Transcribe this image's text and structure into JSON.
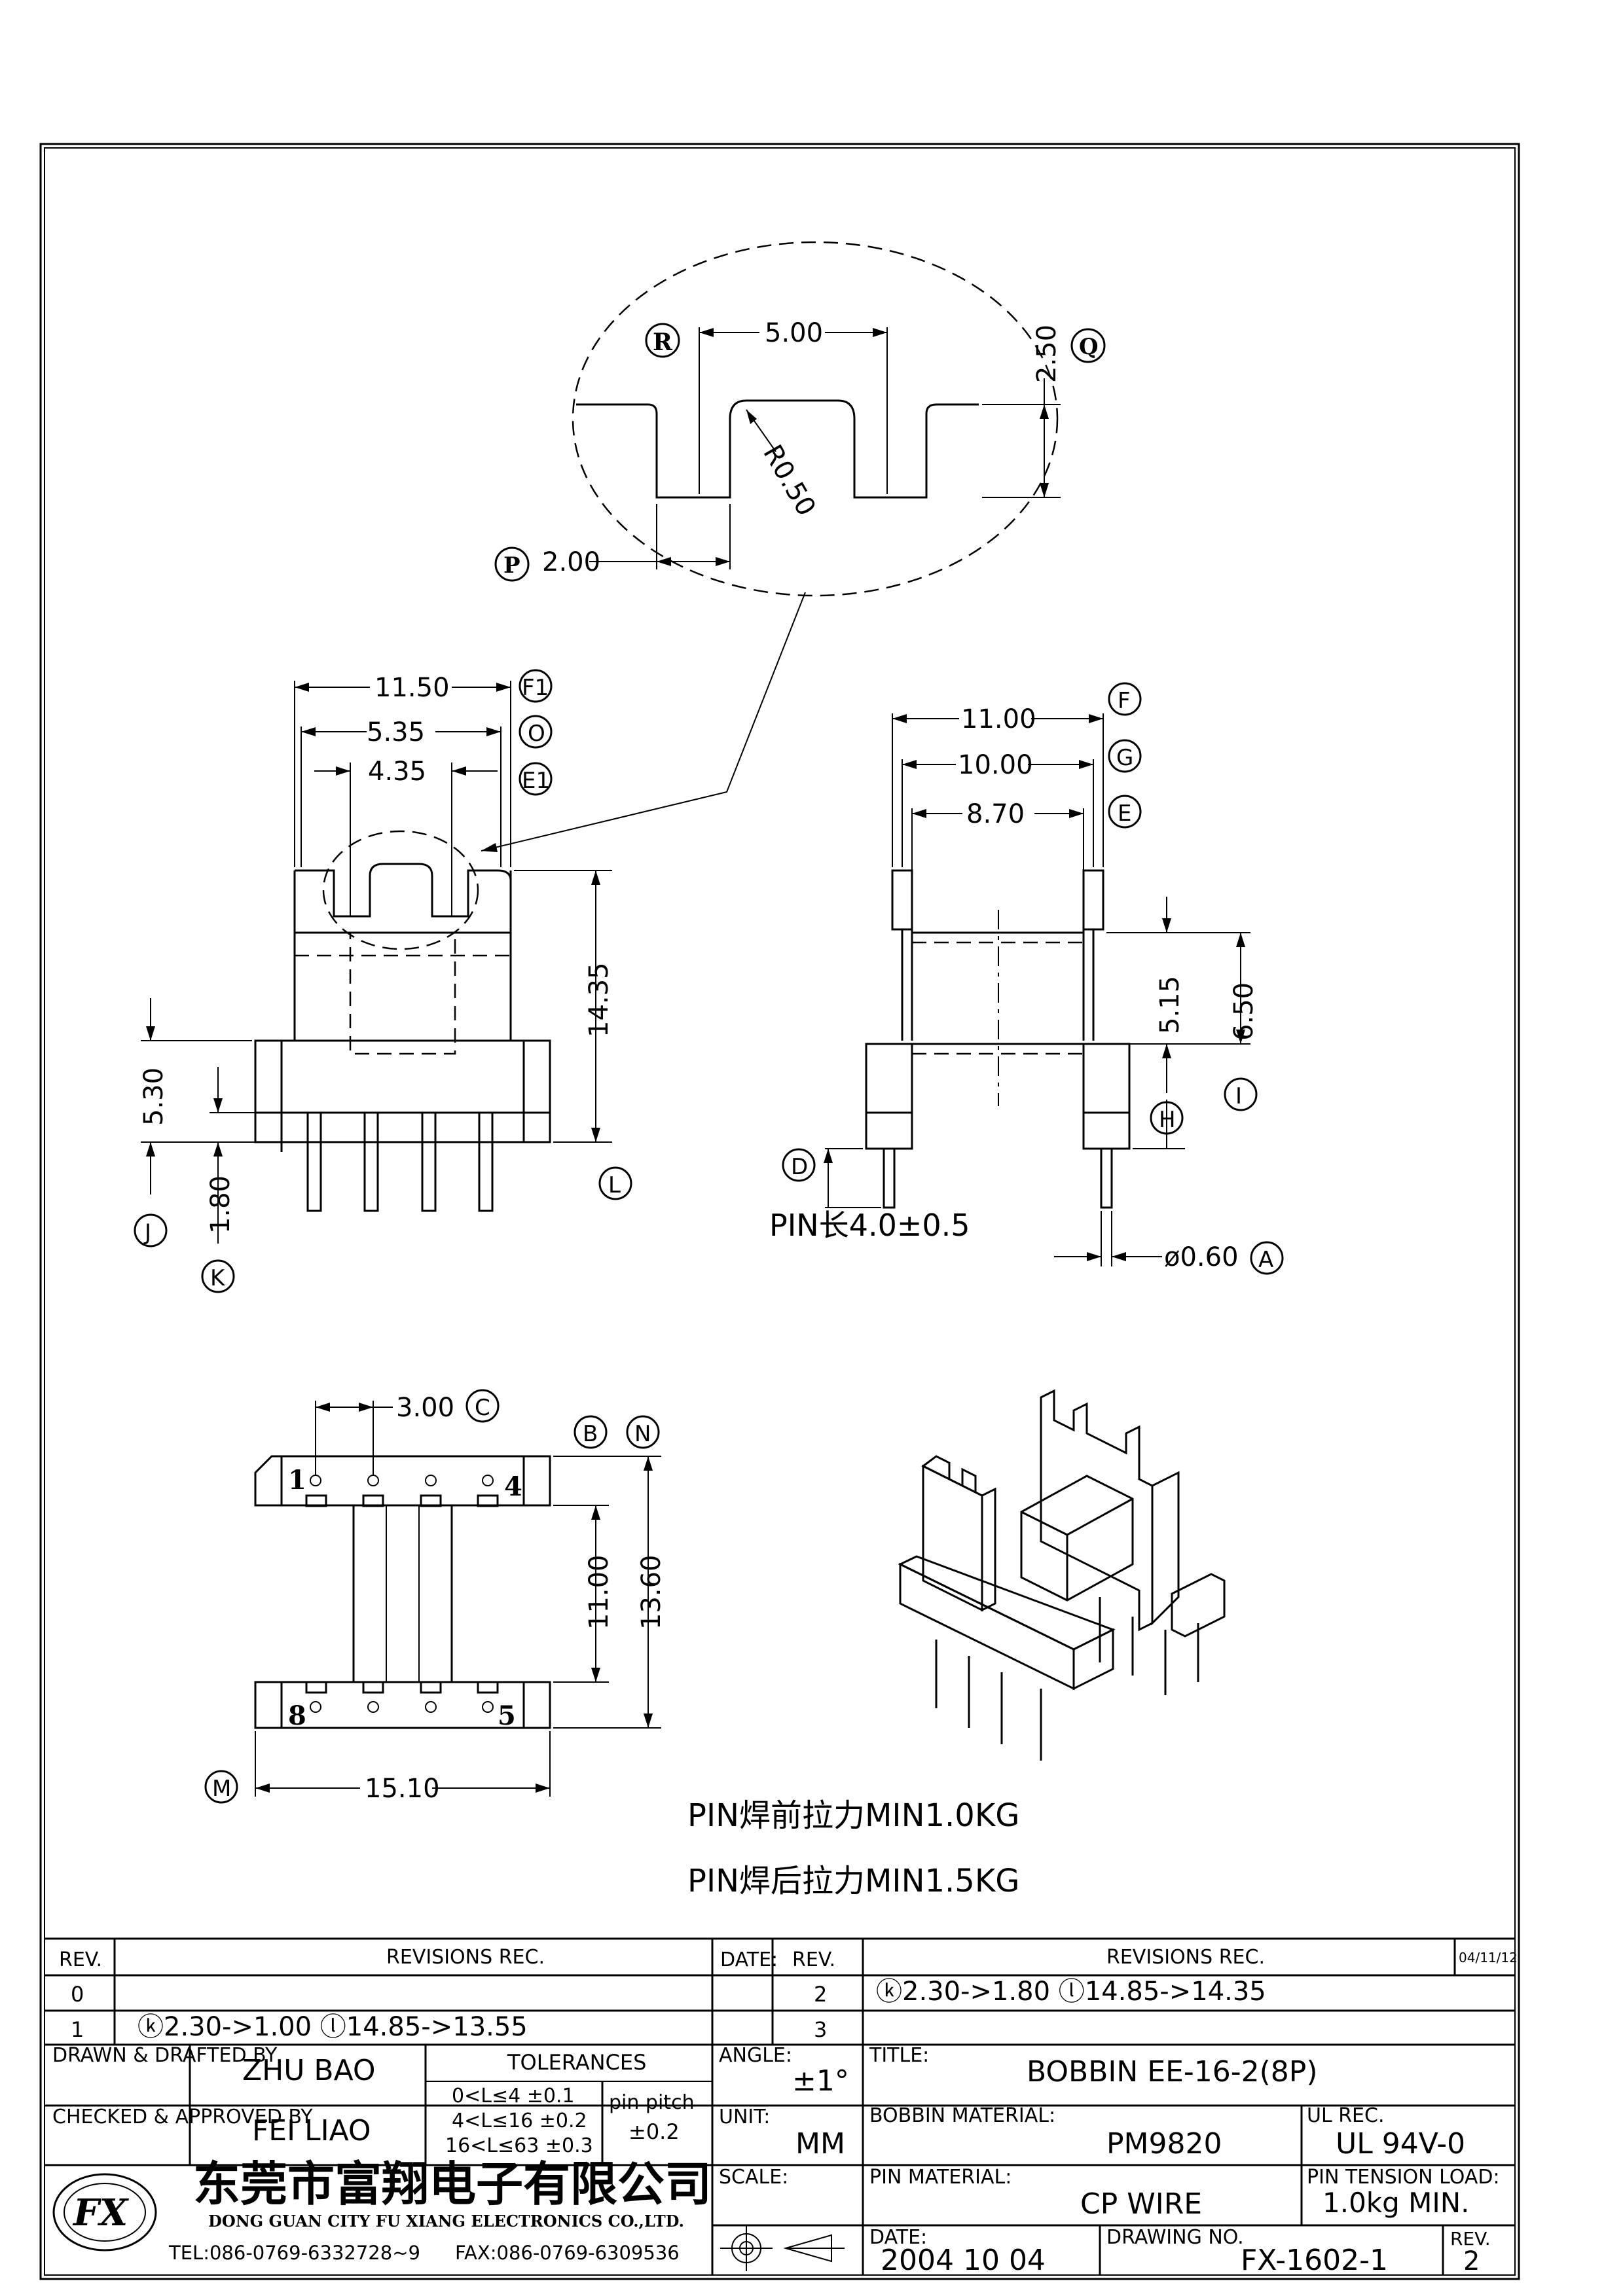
{
  "detail": {
    "dim_top": "5.00",
    "dim_right": "2.50",
    "radius": "R0.50",
    "dim_left": "2.00",
    "label_r": "R",
    "label_q": "Q",
    "label_p": "P"
  },
  "front_view": {
    "dims": [
      "11.50",
      "5.35",
      "4.35",
      "14.35",
      "5.30",
      "1.80"
    ],
    "labels": [
      "F1",
      "O",
      "E1",
      "J",
      "K",
      "L"
    ]
  },
  "side_view": {
    "dims": [
      "11.00",
      "10.00",
      "8.70",
      "5.15",
      "6.50",
      "ø0.60"
    ],
    "labels": [
      "F",
      "G",
      "E",
      "D",
      "H",
      "I",
      "A"
    ],
    "pin_note": "PIN长4.0±0.5"
  },
  "bottom_view": {
    "dims": [
      "3.00",
      "11.00",
      "13.60",
      "15.10"
    ],
    "labels": [
      "C",
      "B",
      "N",
      "M"
    ],
    "pin_numbers": [
      "1",
      "4",
      "8",
      "5"
    ]
  },
  "notes": [
    "PIN焊前拉力MIN1.0KG",
    "PIN焊后拉力MIN1.5KG"
  ],
  "title_block": {
    "rev_header": "REV.",
    "revisions_header": "REVISIONS REC.",
    "date_header": "DATE:",
    "rev_rows_left": [
      {
        "rev": "0",
        "text": ""
      },
      {
        "rev": "1",
        "text": "ⓚ2.30->1.00   ⓛ14.85->13.55"
      }
    ],
    "rev_rows_right": [
      {
        "rev": "2",
        "text": "ⓚ2.30->1.80   ⓛ14.85->14.35"
      },
      {
        "rev": "3",
        "text": ""
      }
    ],
    "rev_date": "04/11/12",
    "drawn_label": "DRAWN & DRAFTED BY",
    "drawn_by": "ZHU BAO",
    "checked_label": "CHECKED & APPROVED BY",
    "checked_by": "FEI LIAO",
    "tolerances_label": "TOLERANCES",
    "tol_rows": [
      "0<L≤4   ±0.1",
      "4<L≤16  ±0.2",
      "16<L≤63 ±0.3"
    ],
    "pin_pitch_label": "pin pitch",
    "pin_pitch_tol": "±0.2",
    "angle_label": "ANGLE:",
    "angle": "±1°",
    "unit_label": "UNIT:",
    "unit": "MM",
    "scale_label": "SCALE:",
    "title_label": "TITLE:",
    "title": "BOBBIN   EE-16-2(8P)",
    "bobbin_material_label": "BOBBIN MATERIAL:",
    "bobbin_material": "PM9820",
    "ul_rec_label": "UL REC.",
    "ul_rec": "UL 94V-0",
    "pin_material_label": "PIN MATERIAL:",
    "pin_material": "CP WIRE",
    "pin_tension_label": "PIN TENSION LOAD:",
    "pin_tension": "1.0kg MIN.",
    "date_label": "DATE:",
    "date": "2004 10 04",
    "drawing_no_label": "DRAWING NO.",
    "drawing_no": "FX-1602-1",
    "rev_label": "REV.",
    "rev": "2",
    "company": "东莞市富翔电子有限公司",
    "company_en": "DONG GUAN CITY FU XIANG ELECTRONICS CO.,LTD.",
    "tel": "TEL:086-0769-6332728~9",
    "fax": "FAX:086-0769-6309536",
    "logo": "FX"
  }
}
